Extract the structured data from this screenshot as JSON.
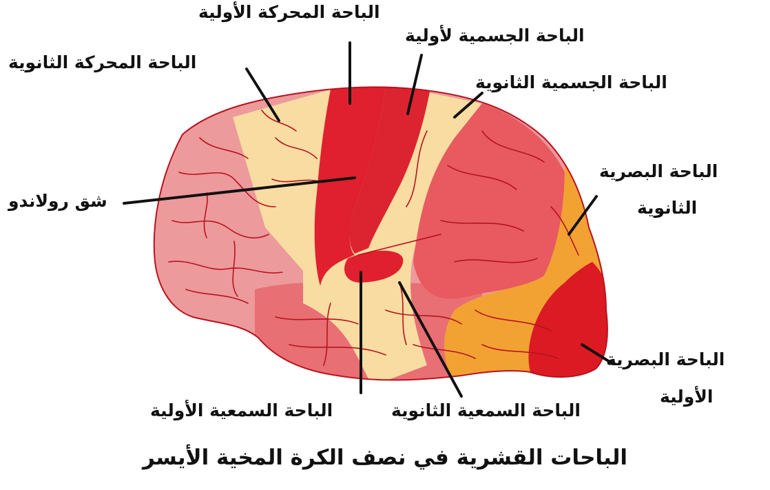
{
  "labels": {
    "primary_motor": "الباحة المحركة الأولية",
    "primary_somatosensory": "الباحة الجسمية لأولية",
    "secondary_motor": "الباحة المحركة الثانوية",
    "secondary_somatosensory": "الباحة الجسمية الثانوية",
    "rolando_fissure": "شق رولاندو",
    "secondary_visual_line1": "الباحة البصرية",
    "secondary_visual_line2": "الثانوية",
    "primary_visual_line1": "الباحة البصرية",
    "primary_visual_line2": "الأولية",
    "primary_auditory": "الباحة السمعية الأولية",
    "secondary_auditory": "الباحة السمعية الثانوية"
  },
  "caption": "الباحات القشرية في نصف الكرة المخية الأيسر",
  "colors": {
    "primary_area": "#e0202e",
    "frontal": "#ec9a9c",
    "secondary_area": "#f8dca2",
    "parietal": "#e85a5f",
    "temporal": "#e86f74",
    "secondary_visual": "#f1a233",
    "primary_visual": "#dc1a23",
    "vessels": "#b8121d"
  }
}
